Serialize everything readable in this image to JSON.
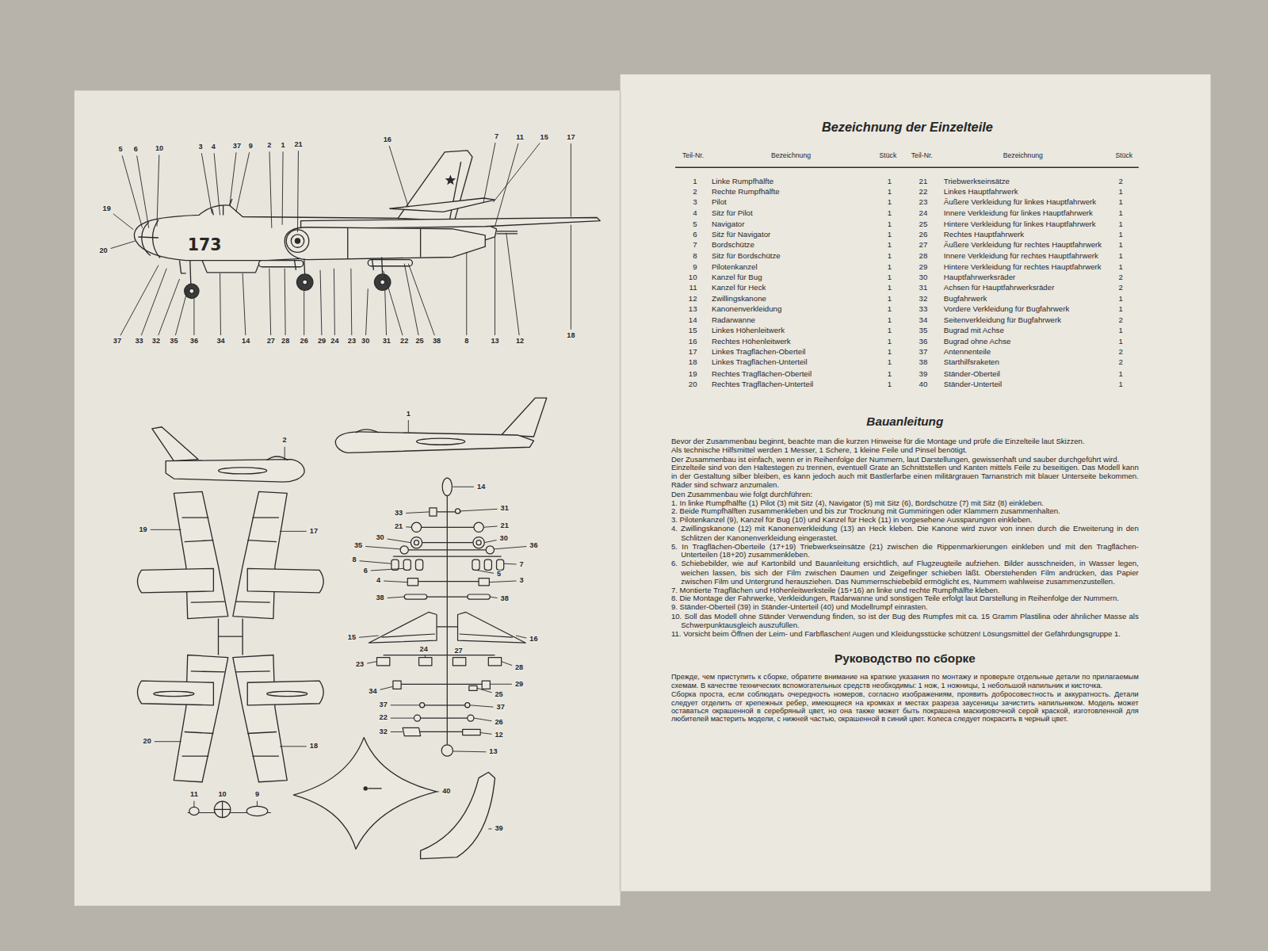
{
  "diagram": {
    "title": "Bezeichnung der Einzelteile",
    "labels": [
      "5",
      "6",
      "10",
      "3",
      "4",
      "37",
      "9",
      "2",
      "1",
      "21",
      "16",
      "7",
      "11",
      "15",
      "17",
      "19",
      "20",
      "37",
      "33",
      "32",
      "35",
      "36",
      "34",
      "14",
      "27",
      "28",
      "26",
      "29",
      "24",
      "23",
      "30",
      "31",
      "22",
      "25",
      "38",
      "8",
      "13",
      "12",
      "18",
      "173",
      "2",
      "1",
      "19",
      "17",
      "20",
      "18",
      "14",
      "33",
      "31",
      "21",
      "21",
      "30",
      "30",
      "35",
      "36",
      "8",
      "7",
      "6",
      "5",
      "4",
      "3",
      "38",
      "38",
      "15",
      "16",
      "24",
      "27",
      "23",
      "28",
      "29",
      "34",
      "25",
      "37",
      "37",
      "22",
      "26",
      "32",
      "12",
      "13",
      "11",
      "10",
      "9",
      "40",
      "39",
      "Teil-Nr.",
      "Bezeichnung",
      "Stück",
      "Teil-Nr.",
      "Bezeichnung",
      "Stück",
      "1",
      "Linke Rumpfhälfte",
      "1",
      "21",
      "Triebwerkseinsätze",
      "2",
      "2",
      "Rechte Rumpfhälfte",
      "1",
      "22",
      "Linkes Hauptfahrwerk",
      "1",
      "3",
      "Pilot",
      "1",
      "23",
      "Äußere Verkleidung für linkes Hauptfahrwerk",
      "1",
      "4",
      "Sitz für Pilot",
      "1",
      "24",
      "Innere Verkleidung für linkes Hauptfahrwerk",
      "1",
      "5",
      "Navigator",
      "1",
      "25",
      "Hintere Verkleidung für linkes Hauptfahrwerk",
      "1",
      "6",
      "Sitz für Navigator",
      "1",
      "26",
      "Rechtes Hauptfahrwerk",
      "1",
      "7",
      "Bordschütze",
      "1",
      "27",
      "Äußere Verkleidung für rechtes Hauptfahrwerk",
      "1",
      "8",
      "Sitz für Bordschütze",
      "1",
      "28",
      "Innere Verkleidung für rechtes Hauptfahrwerk",
      "1",
      "9",
      "Pilotenkanzel",
      "1",
      "29",
      "Hintere Verkleidung für rechtes Hauptfahrwerk",
      "1",
      "10",
      "Kanzel für Bug",
      "1",
      "30",
      "Hauptfahrwerksräder",
      "2",
      "11",
      "Kanzel für Heck",
      "1",
      "31",
      "Achsen für Hauptfahrwerksräder",
      "2",
      "12",
      "Zwillingskanone",
      "1",
      "32",
      "Bugfahrwerk",
      "1",
      "13",
      "Kanonenverkleidung",
      "1",
      "33",
      "Vordere Verkleidung für Bugfahrwerk",
      "1",
      "14",
      "Radarwanne",
      "1",
      "34",
      "Seitenverkleidung für Bugfahrwerk",
      "2",
      "15",
      "Linkes Höhenleitwerk",
      "1",
      "35",
      "Bugrad mit Achse",
      "1",
      "16",
      "Rechtes Höhenleitwerk",
      "1",
      "36",
      "Bugrad ohne Achse",
      "1",
      "17",
      "Linkes Tragflächen-Oberteil",
      "1",
      "37",
      "Antennenteile",
      "2",
      "18",
      "Linkes Tragflächen-Unterteil",
      "1",
      "38",
      "Starthilfsraketen",
      "2",
      "19",
      "Rechtes Tragflächen-Oberteil",
      "1",
      "39",
      "Ständer-Oberteil",
      "1",
      "20",
      "Rechtes Tragflächen-Unterteil",
      "1",
      "40",
      "Ständer-Unterteil",
      "1",
      "Bauanleitung",
      "Bevor der Zusammenbau beginnt, beachte man die kurzen Hinweise für die Montage und prüfe die Einzelteile laut Skizzen.",
      "Als technische Hilfsmittel werden 1 Messer, 1 Schere, 1 kleine Feile und Pinsel benötigt.",
      "Der Zusammenbau ist einfach, wenn er in Reihenfolge der Nummern, laut Darstellungen, gewissenhaft und sauber durchgeführt wird.",
      "Einzelteile sind von den Haltestegen zu trennen, eventuell Grate an Schnittstellen und Kanten mittels Feile zu beseitigen. Das Modell kann in der Gestaltung silber bleiben, es kann jedoch auch mit Bastlerfarbe einen militärgrauen Tarnanstrich mit blauer Unterseite bekommen. Räder sind schwarz anzumalen.",
      "Den Zusammenbau wie folgt durchführen:",
      "1. In linke Rumpfhälfte (1) Pilot (3) mit Sitz (4), Navigator (5) mit Sitz (6), Bordschütze (7) mit Sitz (8) einkleben.",
      "2. Beide Rumpfhälften zusammenkleben und bis zur Trocknung mit Gummiringen oder Klammern zusammenhalten.",
      "3. Pilotenkanzel (9), Kanzel für Bug (10) und Kanzel für Heck (11) in vorgesehene Aussparungen einkleben.",
      "4. Zwillingskanone (12) mit Kanonenverkleidung (13) an Heck kleben. Die Kanone wird zuvor von innen durch die Erweiterung in den Schlitzen der Kanonenverkleidung eingerastet.",
      "5. In Tragflächen-Oberteile (17+19) Triebwerkseinsätze (21) zwischen die Rippenmarkierungen einkleben und mit den Tragflächen-Unterteilen (18+20) zusammenkleben.",
      "6. Schiebebilder, wie auf Kartonbild und Bauanleitung ersichtlich, auf Flugzeugteile aufziehen. Bilder ausschneiden, in Wasser legen, weichen lassen, bis sich der Film zwischen Daumen und Zeigefinger schieben läßt. Oberstehenden Film andrücken, das Papier zwischen Film und Untergrund herausziehen. Das Nummernschiebebild ermöglicht es, Nummern wahlweise zusammenzustellen.",
      "7. Montierte Tragflächen und Höhenleitwerksteile (15+16) an linke und rechte Rumpfhälfte kleben.",
      "8. Die Montage der Fahrwerke, Verkleidungen, Radarwanne und sonstigen Teile erfolgt laut Darstellung in Reihenfolge der Nummern.",
      "9. Ständer-Oberteil (39) in Ständer-Unterteil (40) und Modellrumpf einrasten.",
      "10. Soll das Modell ohne Ständer Verwendung finden, so ist der Bug des Rumpfes mit ca. 15 Gramm Plastilina oder ähnlicher Masse als Schwerpunktausgleich auszufüllen.",
      "11. Vorsicht beim Öffnen der Leim- und Farbflaschen! Augen und Kleidungsstücke schützen! Lösungsmittel der Gefährdungsgruppe 1.",
      "Руководство по сборке",
      "Прежде, чем приступить к сборке, обратите внимание на краткие указания по монтажу и проверьте отдельные детали по прилагаемым схемам. В качестве технических вспомогательных средств необходимы: 1 нож, 1 ножницы, 1 небольшой напильник и кисточка.",
      "Сборка проста, если соблюдать очередность номеров, согласно изображениям, проявить добросовестность и аккуратность. Детали следует отделить от крепежных ребер, имеющиеся на кромках и местах разреза заусеницы зачистить напильником. Модель может оставаться окрашенной в серебряный цвет, но она также может быть покрашена маскировочной серой краской, изготовленной для любителей мастерить модели, с нижней частью, окрашенной в синий цвет. Колеса следует покрасить в черный цвет."
    ]
  }
}
